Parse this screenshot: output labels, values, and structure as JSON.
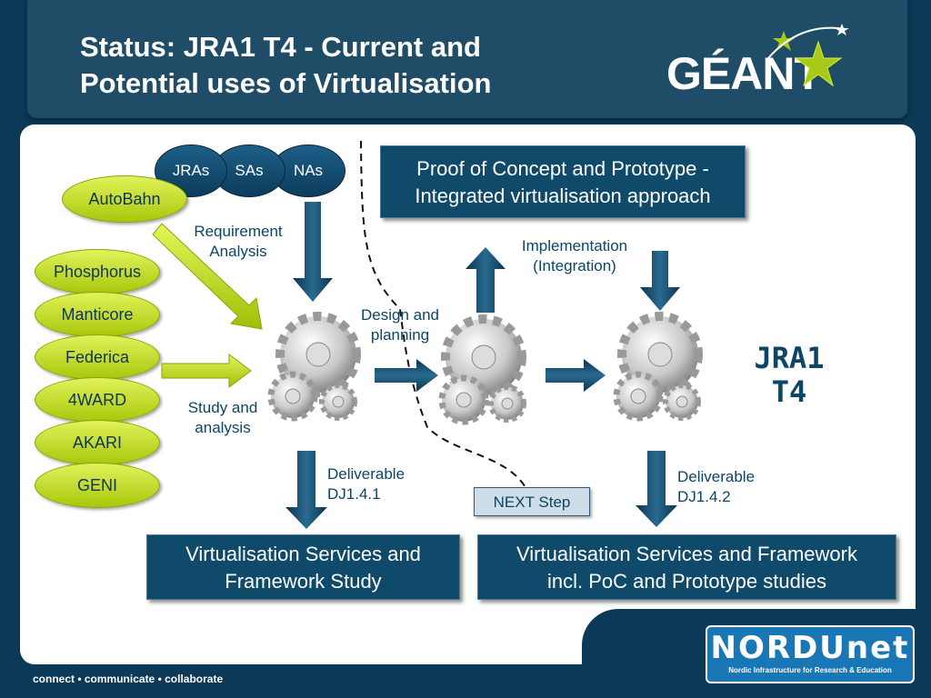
{
  "header": {
    "title_line1": "Status: JRA1 T4 - Current and",
    "title_line2": "Potential uses of Virtualisation",
    "logo": "GÉANT"
  },
  "projects": [
    "AutoBahn",
    "Phosphorus",
    "Manticore",
    "Federica",
    "4WARD",
    "AKARI",
    "GENI"
  ],
  "groups": [
    "JRAs",
    "SAs",
    "NAs"
  ],
  "labels": {
    "requirement_line1": "Requirement",
    "requirement_line2": "Analysis",
    "study_line1": "Study and",
    "study_line2": "analysis",
    "design_line1": "Design and",
    "design_line2": "planning",
    "impl_line1": "Implementation",
    "impl_line2": "(Integration)",
    "deliv1_line1": "Deliverable",
    "deliv1_line2": "DJ1.4.1",
    "deliv2_line1": "Deliverable",
    "deliv2_line2": "DJ1.4.2",
    "next_step": "NEXT Step",
    "jra_line1": "JRA1",
    "jra_line2": "T4"
  },
  "boxes": {
    "poc_line1": "Proof of Concept and Prototype -",
    "poc_line2": "Integrated virtualisation approach",
    "study_box_line1": "Virtualisation Services and",
    "study_box_line2": "Framework Study",
    "framework_box_line1": "Virtualisation Services and Framework",
    "framework_box_line2": "incl. PoC and Prototype studies"
  },
  "footer": {
    "tagline": "connect • communicate • collaborate",
    "nordunet_name": "NORDUnet",
    "nordunet_tagline": "Nordic Infrastructure for Research & Education"
  },
  "colors": {
    "navy": "#0c3957",
    "box": "#0f4a6b",
    "lime": "#c6e21a",
    "text_blue": "#0c4565"
  }
}
